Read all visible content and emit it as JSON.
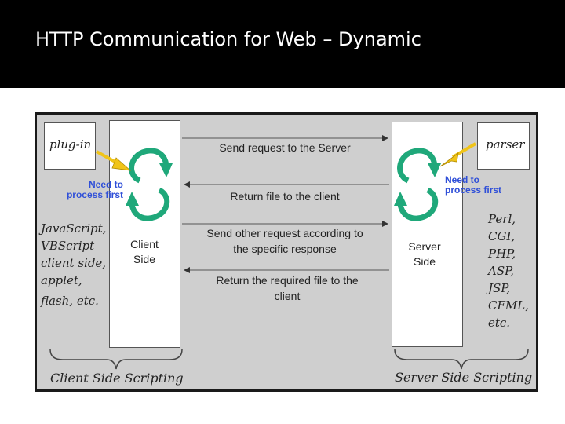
{
  "title": "HTTP Communication for Web – Dynamic",
  "diagram": {
    "plugin_label": "plug-in",
    "parser_label": "parser",
    "client_need": [
      "Need to",
      "process first"
    ],
    "server_need": [
      "Need to",
      "process first"
    ],
    "client_label": [
      "Client",
      "Side"
    ],
    "server_label": [
      "Server",
      "Side"
    ],
    "messages": [
      {
        "lines": [
          "Send request to the Server"
        ],
        "direction": "right"
      },
      {
        "lines": [
          "Return file to the client"
        ],
        "direction": "left"
      },
      {
        "lines": [
          "Send other request according to",
          "the specific response"
        ],
        "direction": "right"
      },
      {
        "lines": [
          "Return the required file to the",
          "client"
        ],
        "direction": "left"
      }
    ],
    "client_list": [
      "JavaScript,",
      "VBScript",
      "client side,",
      "applet,",
      "flash, etc."
    ],
    "server_list": [
      "Perl,",
      "CGI,",
      "PHP,",
      "ASP,",
      "JSP,",
      "CFML,",
      "etc."
    ],
    "client_caption": "Client Side Scripting",
    "server_caption": "Server Side Scripting",
    "colors": {
      "title_bg": "#000000",
      "title_text": "#ffffff",
      "frame_bg": "#cfcfcf",
      "cycle_arrow": "#1fa87a",
      "pointer_arrow": "#f0c419",
      "need_text": "#2f4fd8"
    }
  }
}
